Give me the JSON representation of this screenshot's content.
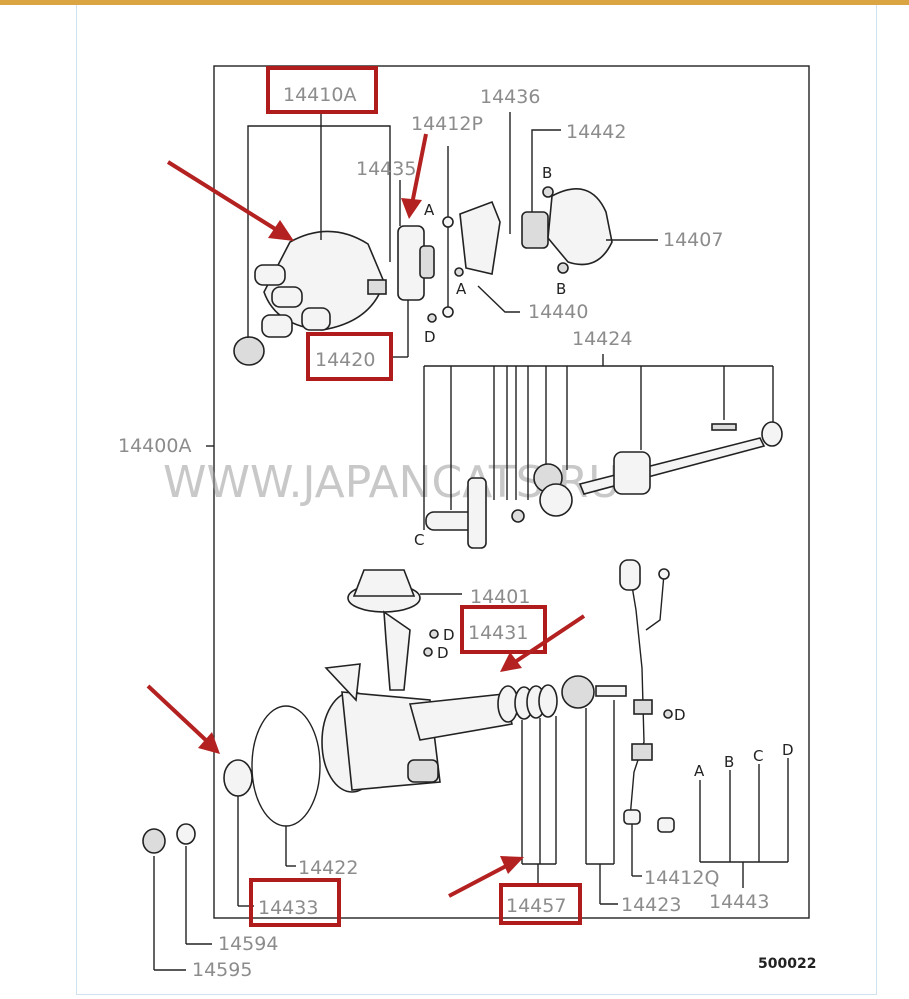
{
  "diagram": {
    "watermark": "WWW.JAPANCATS.RU",
    "figure_code": "500022",
    "part_numbers": {
      "p14410A": "14410A",
      "p14412P": "14412P",
      "p14435": "14435",
      "p14436": "14436",
      "p14442": "14442",
      "p14407": "14407",
      "p14440": "14440",
      "p14420": "14420",
      "p14424": "14424",
      "p14400A": "14400A",
      "p14401": "14401",
      "p14431": "14431",
      "p14422": "14422",
      "p14433": "14433",
      "p14457": "14457",
      "p14423": "14423",
      "p14412Q": "14412Q",
      "p14443": "14443",
      "p14594": "14594",
      "p14595": "14595"
    },
    "ref_letters": {
      "a": "A",
      "b": "B",
      "c": "C",
      "d": "D"
    },
    "highlight_color": "#b01c1c",
    "arrow_color": "#b42121"
  }
}
